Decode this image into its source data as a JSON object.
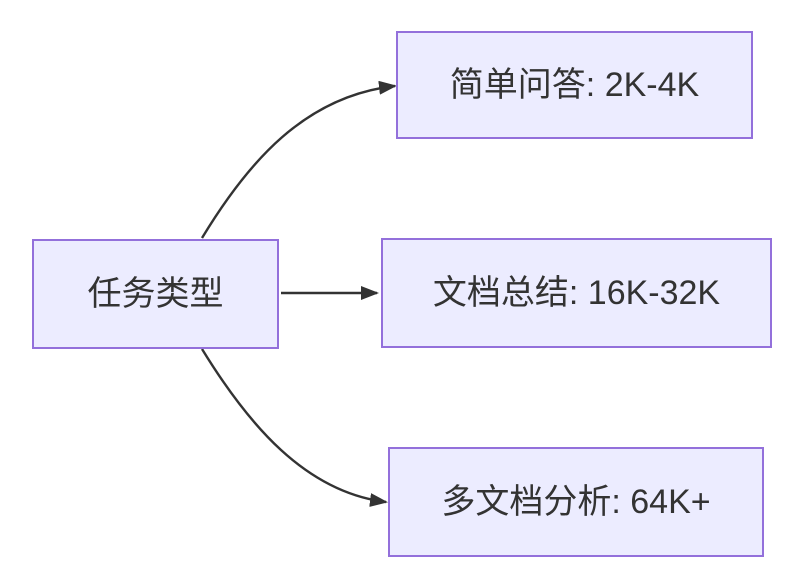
{
  "diagram": {
    "type": "flowchart",
    "direction": "left-to-right",
    "nodes": [
      {
        "id": "task-type",
        "label": "任务类型"
      },
      {
        "id": "simple-qa",
        "label": "简单问答: 2K-4K"
      },
      {
        "id": "doc-summary",
        "label": "文档总结: 16K-32K"
      },
      {
        "id": "multi-doc",
        "label": "多文档分析: 64K+"
      }
    ],
    "edges": [
      {
        "from": "task-type",
        "to": "simple-qa",
        "style": "curved-up"
      },
      {
        "from": "task-type",
        "to": "doc-summary",
        "style": "straight"
      },
      {
        "from": "task-type",
        "to": "multi-doc",
        "style": "curved-down"
      }
    ],
    "colors": {
      "background": "#ffffff",
      "node_fill": "#ECECFF",
      "node_border": "#9370DB",
      "edge_line": "#333333",
      "text": "#333333"
    }
  }
}
